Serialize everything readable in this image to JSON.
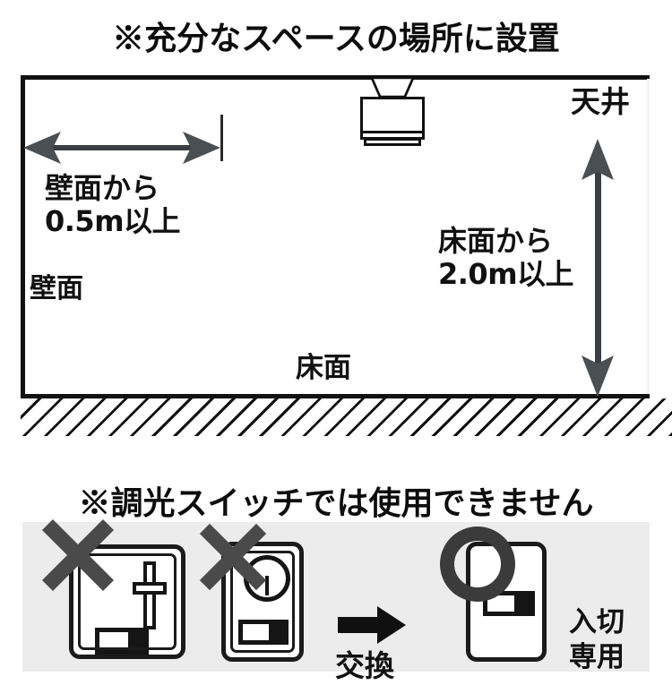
{
  "page": {
    "language": "ja",
    "background_color": "#ffffff",
    "ink_color": "#111111",
    "panel_background": "#ececec"
  },
  "top_section": {
    "title": "※充分なスペースの場所に設置",
    "room": {
      "ceiling_label": "天井",
      "wall_label": "壁面",
      "floor_label": "床面"
    },
    "dimensions": {
      "horizontal": {
        "line1": "壁面から",
        "line2": "0.5m以上",
        "value": "0.5m",
        "reference": "壁面",
        "qualifier": "以上"
      },
      "vertical": {
        "line1": "床面から",
        "line2": "2.0m以上",
        "value": "2.0m",
        "reference": "床面",
        "qualifier": "以上"
      }
    },
    "icons": {
      "fixture": "ceiling-light-fixture-icon",
      "horizontal_arrow": "double-headed-horizontal-arrow-icon",
      "vertical_arrow": "double-headed-vertical-arrow-icon",
      "floor_hatch": "floor-hatching-icon"
    }
  },
  "bottom_section": {
    "title": "※調光スイッチでは使用できません",
    "switches": [
      {
        "id": "slider-dimmer",
        "mark": "×",
        "mark_name": "x-mark-icon",
        "control": "slider-dimmer-icon",
        "allowed": false
      },
      {
        "id": "rotary-dimmer",
        "mark": "×",
        "mark_name": "x-mark-icon",
        "control": "rotary-dimmer-icon",
        "allowed": false
      },
      {
        "id": "onoff-switch",
        "mark": "○",
        "mark_name": "o-mark-icon",
        "control": "rocker-switch-icon",
        "allowed": true,
        "caption_line1": "入切",
        "caption_line2": "専用"
      }
    ],
    "replace": {
      "label": "交換",
      "arrow_icon": "right-arrow-icon"
    }
  }
}
